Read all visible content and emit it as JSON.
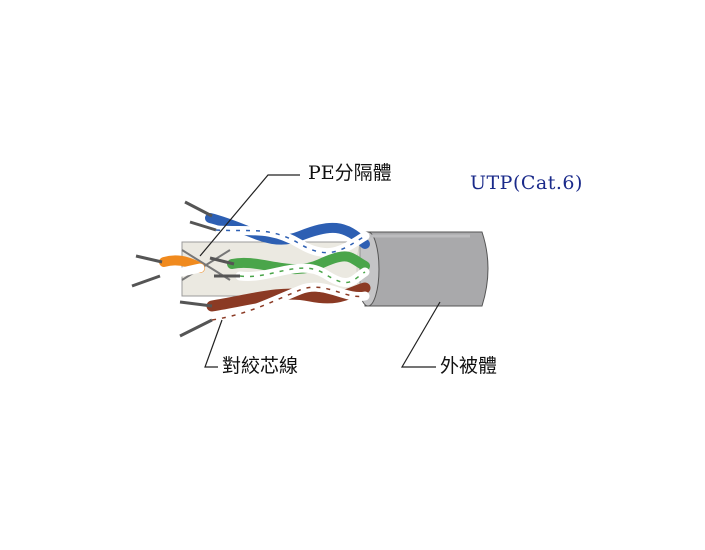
{
  "diagram": {
    "labels": {
      "pe_separator": "PE分隔體",
      "twisted_pair": "對絞芯線",
      "outer_jacket": "外被體",
      "cable_type": "UTP(Cat.6)"
    },
    "colors": {
      "jacket": "#a9a9ab",
      "jacket_dark": "#8a8a8c",
      "pair_blue": "#2d5fb3",
      "pair_green": "#4aa54a",
      "pair_orange": "#f08a1e",
      "pair_brown": "#8b3a24",
      "type_text": "#1a2a8a"
    }
  }
}
